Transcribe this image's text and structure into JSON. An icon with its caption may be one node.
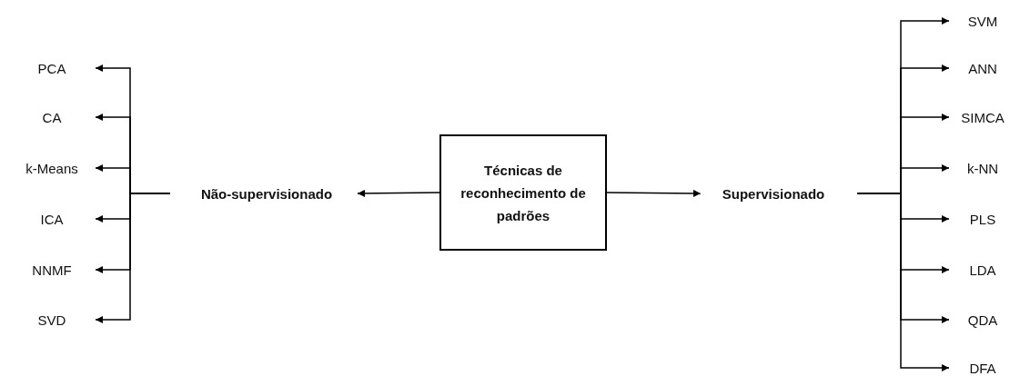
{
  "diagram": {
    "nodes": [
      {
        "text": [
          "Técnicas de reconhecimento de padrões"
        ]
      },
      {
        "text": [
          "Não-supervisionado"
        ]
      },
      {
        "text": [
          "Supervisionado"
        ]
      },
      {
        "text": [
          "PCA"
        ]
      },
      {
        "text": [
          "CA"
        ]
      },
      {
        "text": [
          "k-Means"
        ]
      },
      {
        "text": [
          "ICA"
        ]
      },
      {
        "text": [
          "NNMF"
        ]
      },
      {
        "text": [
          "SVD"
        ]
      },
      {
        "text": [
          "SVM"
        ]
      },
      {
        "text": [
          "ANN"
        ]
      },
      {
        "text": [
          "SIMCA"
        ]
      },
      {
        "text": [
          "k-NN"
        ]
      },
      {
        "text": [
          "PLS"
        ]
      },
      {
        "text": [
          "LDA"
        ]
      },
      {
        "text": [
          "QDA"
        ]
      },
      {
        "text": [
          "DFA"
        ]
      }
    ],
    "edges": [
      {
        "from": 0,
        "to": 1,
        "arrow": "to"
      },
      {
        "from": 0,
        "to": 2,
        "arrow": "to"
      },
      {
        "from": 1,
        "to": 3,
        "arrow": "to"
      },
      {
        "from": 1,
        "to": 4,
        "arrow": "to"
      },
      {
        "from": 1,
        "to": 5,
        "arrow": "to"
      },
      {
        "from": 1,
        "to": 6,
        "arrow": "to"
      },
      {
        "from": 1,
        "to": 7,
        "arrow": "to"
      },
      {
        "from": 1,
        "to": 8,
        "arrow": "to"
      },
      {
        "from": 2,
        "to": 9,
        "arrow": "to"
      },
      {
        "from": 2,
        "to": 10,
        "arrow": "to"
      },
      {
        "from": 2,
        "to": 11,
        "arrow": "to"
      },
      {
        "from": 2,
        "to": 12,
        "arrow": "to"
      },
      {
        "from": 2,
        "to": 13,
        "arrow": "to"
      },
      {
        "from": 2,
        "to": 14,
        "arrow": "to"
      },
      {
        "from": 2,
        "to": 15,
        "arrow": "to"
      },
      {
        "from": 2,
        "to": 16,
        "arrow": "to"
      }
    ]
  }
}
